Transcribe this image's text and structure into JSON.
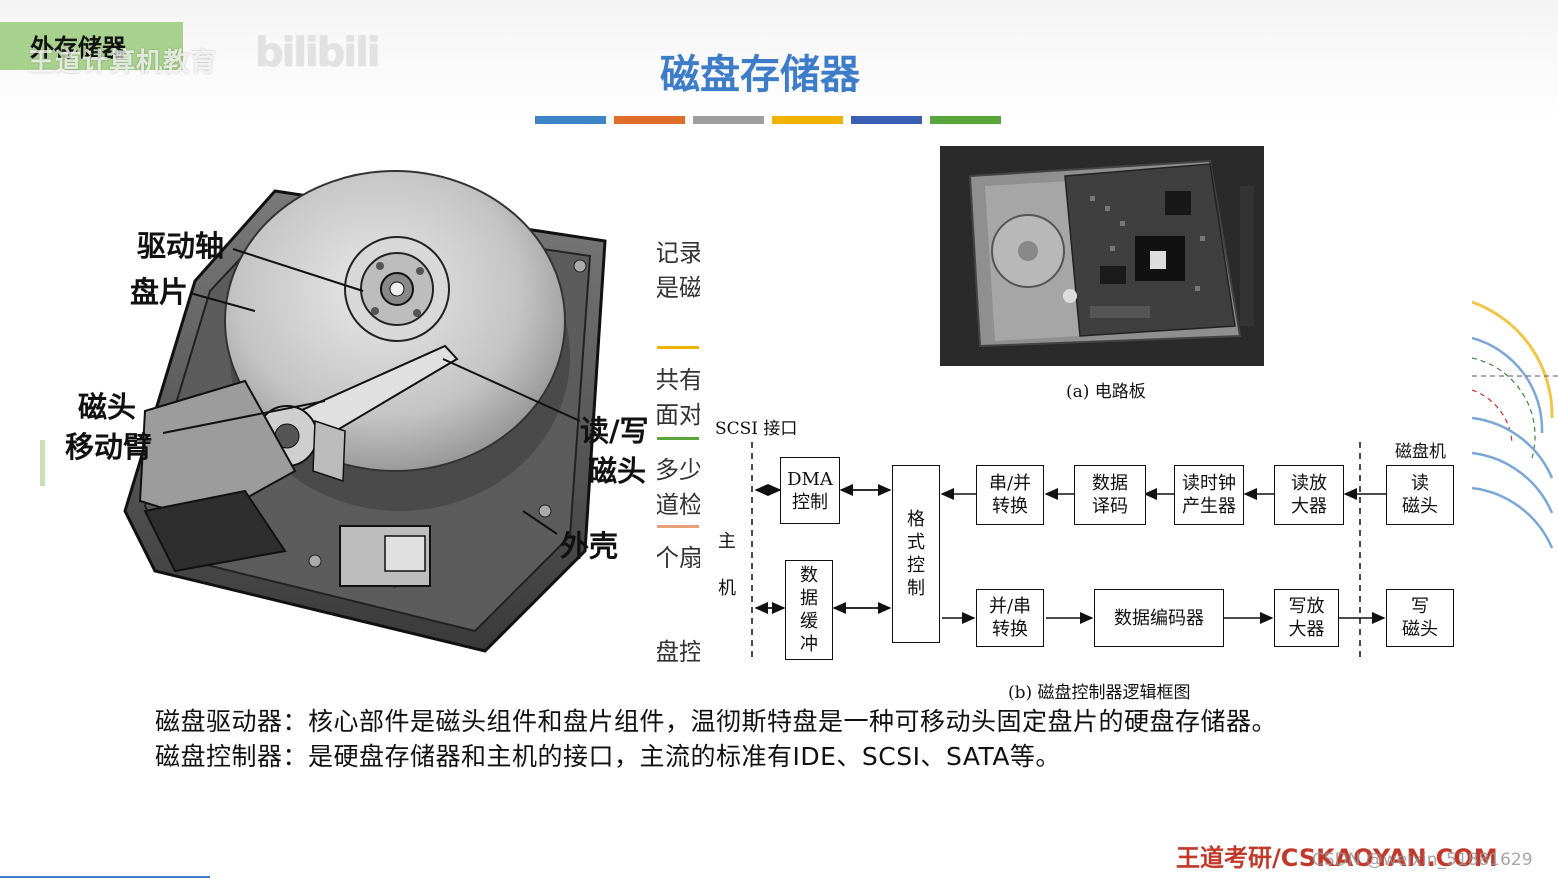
{
  "header": {
    "section_tag": "外存储器",
    "watermark": "王道计算机教育",
    "bili_logo": "bilibili",
    "title": "磁盘存储器"
  },
  "accent_colors": [
    "#3d85c6",
    "#e06c2a",
    "#9e9e9e",
    "#f0b400",
    "#3b5fb5",
    "#5aa63c"
  ],
  "hdd_figure": {
    "labels": {
      "spindle": "驱动轴",
      "platter": "盘片",
      "arm_1": "磁头",
      "arm_2": "移动臂",
      "head_1": "读/写",
      "head_2": "磁头",
      "shell": "外壳"
    }
  },
  "occluded_text": {
    "line1": "记录",
    "line2": "是磁",
    "line3": "共有",
    "line4": "面对",
    "line5": "多少",
    "line6": "道检",
    "line7": "个扇",
    "line8": "盘控"
  },
  "circuit_figure": {
    "caption": "(a) 电路板"
  },
  "controller_diagram": {
    "scsi_label": "SCSI 接口",
    "host_char_1": "主",
    "host_char_2": "机",
    "drive_label": "磁盘机",
    "blocks": {
      "dma": "DMA\n控制",
      "buffer": "数\n据\n缓\n冲",
      "format": "格\n式\n控\n制",
      "ser_par": "串/并\n转换",
      "decode": "数据\n译码",
      "clock": "读时钟\n产生器",
      "read_amp": "读放\n大器",
      "read_head": "读\n磁头",
      "par_ser": "并/串\n转换",
      "encoder": "数据编码器",
      "write_amp": "写放\n大器",
      "write_head": "写\n磁头"
    },
    "caption": "(b) 磁盘控制器逻辑框图"
  },
  "body": {
    "line1": "磁盘驱动器：核心部件是磁头组件和盘片组件，温彻斯特盘是一种可移动头固定盘片的硬盘存储器。",
    "line2": "磁盘控制器：是硬盘存储器和主机的接口，主流的标准有IDE、SCSI、SATA等。"
  },
  "footer": {
    "brand": "王道考研/CSKAOYAN.COM",
    "watermark": "CSDN @weixin_51881629"
  }
}
